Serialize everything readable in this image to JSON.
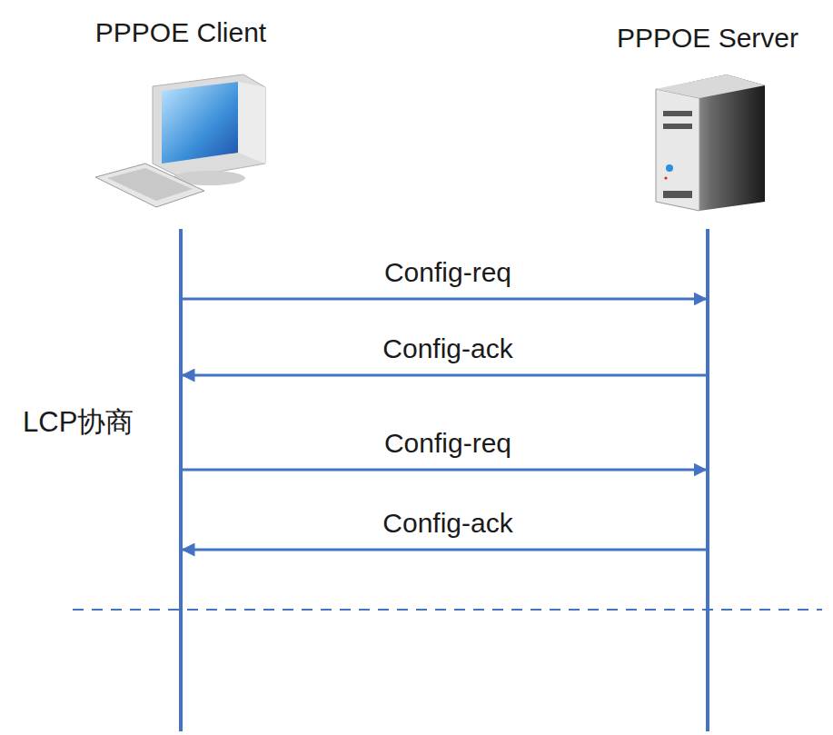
{
  "diagram": {
    "nodes": [
      {
        "text": [
          "PPPOE Client"
        ]
      },
      {
        "text": [
          "PPPOE Server"
        ]
      }
    ],
    "edges": [
      {
        "from": 0,
        "to": 1,
        "label": "Config-req",
        "arrow": "to"
      },
      {
        "from": 1,
        "to": 0,
        "label": "Config-ack",
        "arrow": "to"
      },
      {
        "from": 0,
        "to": 1,
        "label": "Config-req",
        "arrow": "to"
      },
      {
        "from": 1,
        "to": 0,
        "label": "Config-ack",
        "arrow": "to"
      }
    ],
    "labels": [
      "LCP协商"
    ]
  }
}
